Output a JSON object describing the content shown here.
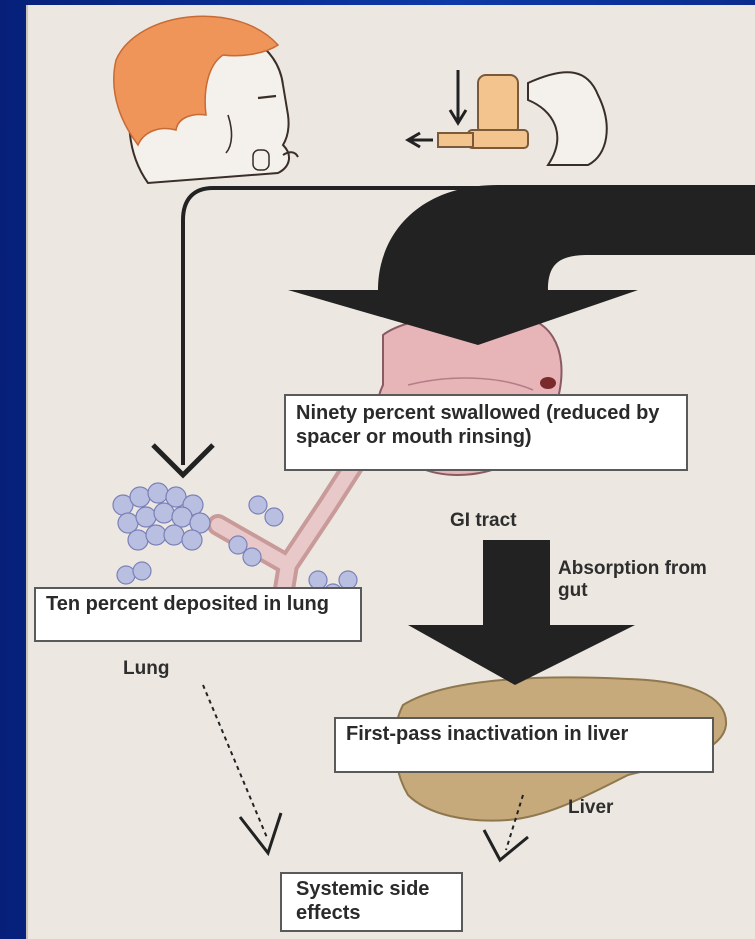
{
  "labels": {
    "swallowed_box": "Ninety percent swallowed (reduced by spacer or mouth rinsing)",
    "gi_tract": "GI tract",
    "absorption": "Absorption from gut",
    "lung_box": "Ten percent deposited in lung",
    "lung": "Lung",
    "liver_box": "First-pass inactivation in liver",
    "liver": "Liver",
    "systemic_box": "Systemic side effects"
  },
  "colors": {
    "panel": "#ece8e1",
    "arrow": "#222222",
    "skin": "#f4f0ec",
    "hair": "#f0955a",
    "stomach": "#e7b4b8",
    "liver": "#c7aa7c",
    "alveoli": "#b9bfe0",
    "inhaler": "#f4c48e"
  }
}
